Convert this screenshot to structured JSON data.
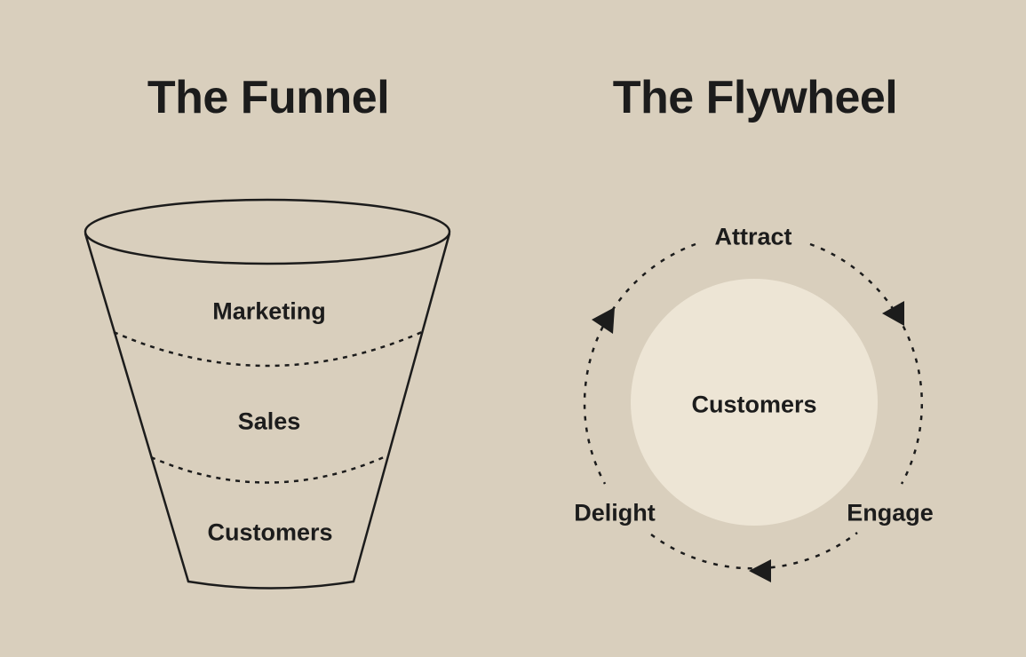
{
  "funnel": {
    "title": "The Funnel",
    "stages": [
      "Marketing",
      "Sales",
      "Customers"
    ]
  },
  "flywheel": {
    "title": "The Flywheel",
    "center": "Customers",
    "stages": [
      "Attract",
      "Engage",
      "Delight"
    ]
  },
  "colors": {
    "background": "#d9cfbd",
    "hub": "#ede5d5",
    "ink": "#1c1c1c"
  }
}
